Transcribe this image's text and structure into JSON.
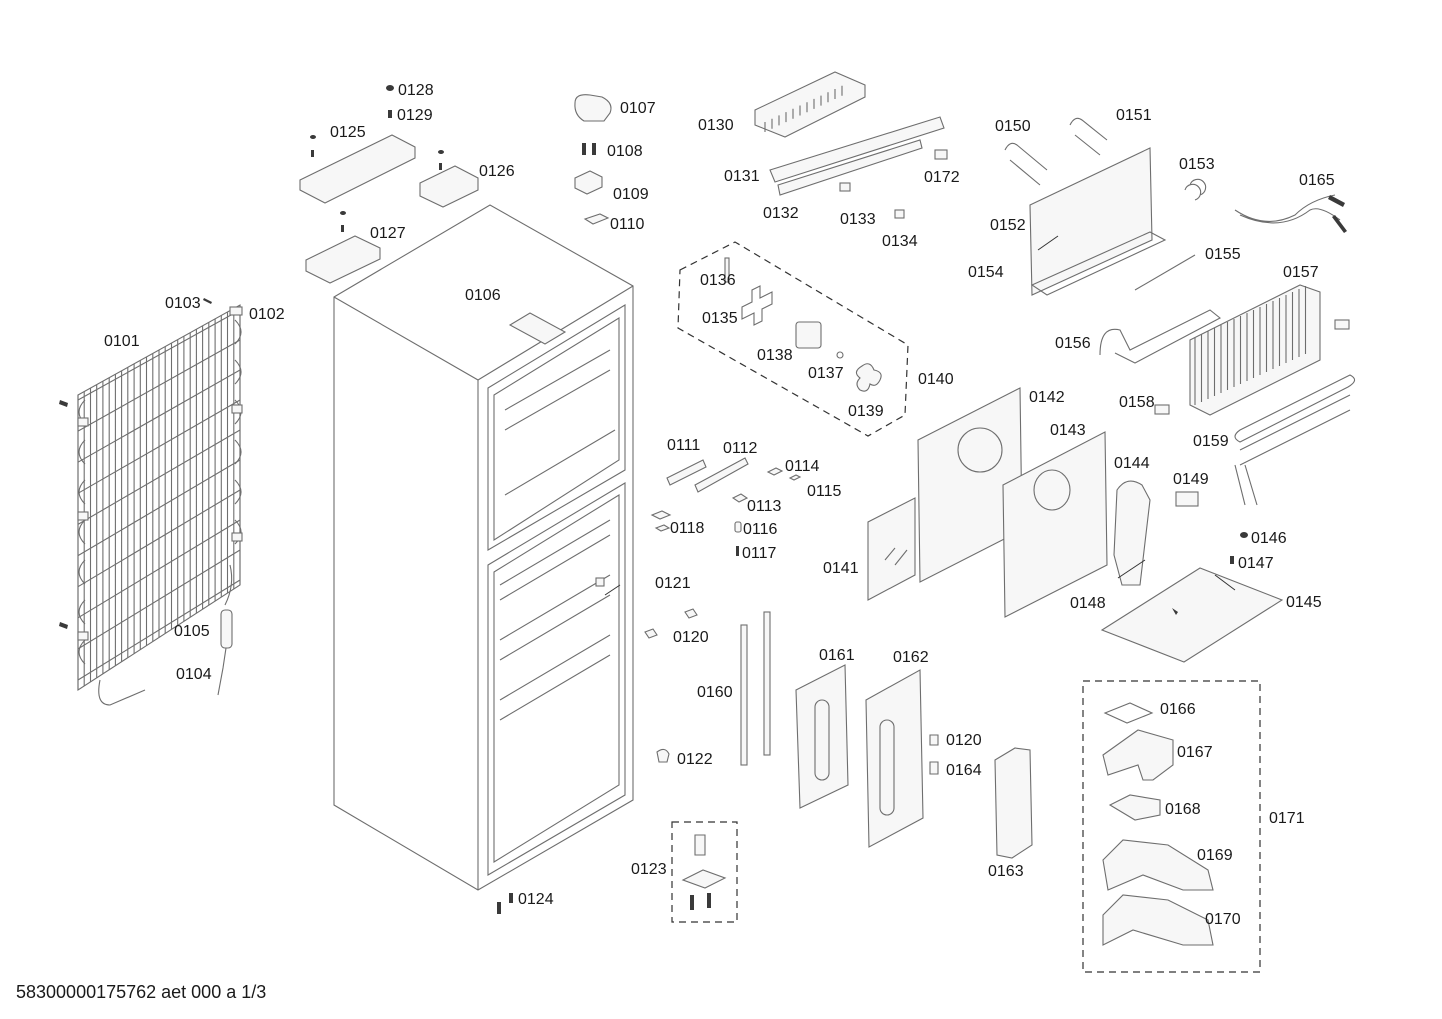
{
  "footer": "58300000175762 aet 000 a 1/3",
  "parts": {
    "p0101": "0101",
    "p0102": "0102",
    "p0103": "0103",
    "p0104": "0104",
    "p0105": "0105",
    "p0106": "0106",
    "p0107": "0107",
    "p0108": "0108",
    "p0109": "0109",
    "p0110": "0110",
    "p0111": "0111",
    "p0112": "0112",
    "p0113": "0113",
    "p0114": "0114",
    "p0115": "0115",
    "p0116": "0116",
    "p0117": "0117",
    "p0118": "0118",
    "p0120": "0120",
    "p0121": "0121",
    "p0122": "0122",
    "p0123": "0123",
    "p0124": "0124",
    "p0125": "0125",
    "p0126": "0126",
    "p0127": "0127",
    "p0128": "0128",
    "p0129": "0129",
    "p0130": "0130",
    "p0131": "0131",
    "p0132": "0132",
    "p0133": "0133",
    "p0134": "0134",
    "p0135": "0135",
    "p0136": "0136",
    "p0137": "0137",
    "p0138": "0138",
    "p0139": "0139",
    "p0140": "0140",
    "p0141": "0141",
    "p0142": "0142",
    "p0143": "0143",
    "p0144": "0144",
    "p0145": "0145",
    "p0146": "0146",
    "p0147": "0147",
    "p0148": "0148",
    "p0149": "0149",
    "p0150": "0150",
    "p0151": "0151",
    "p0152": "0152",
    "p0153": "0153",
    "p0154": "0154",
    "p0155": "0155",
    "p0156": "0156",
    "p0157": "0157",
    "p0158": "0158",
    "p0159": "0159",
    "p0160": "0160",
    "p0161": "0161",
    "p0162": "0162",
    "p0163": "0163",
    "p0164": "0164",
    "p0165": "0165",
    "p0166": "0166",
    "p0167": "0167",
    "p0168": "0168",
    "p0169": "0169",
    "p0170": "0170",
    "p0171": "0171",
    "p0172": "0172"
  }
}
